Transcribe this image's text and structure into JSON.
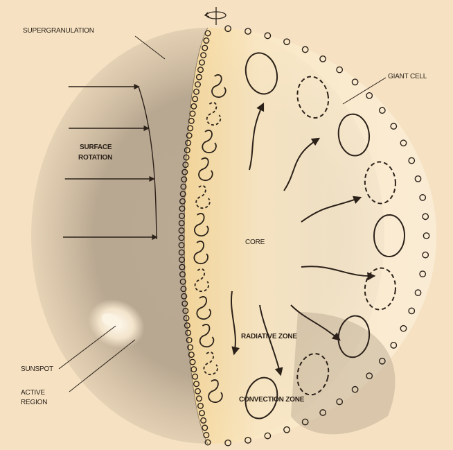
{
  "colors": {
    "paper": "#f6e2c3",
    "sun_glow": "#f7e4b0",
    "shadow": "#8a7a6a",
    "ink": "#2b2119",
    "sunspot": "#fbf3e4"
  },
  "labels": {
    "supergranulation": "SUPERGRANULATION",
    "giant_cell": "GIANT CELL",
    "surface_rotation_line1": "SURFACE",
    "surface_rotation_line2": "ROTATION",
    "core": "CORE",
    "radiative_zone": "RADIATIVE ZONE",
    "convection_zone": "CONVECTION ZONE",
    "sunspot": "SUNSPOT",
    "active_region_line1": "ACTIVE",
    "active_region_line2": "REGION"
  },
  "surface_rotation_speeds": [
    0.75,
    0.85,
    0.95,
    1.0
  ]
}
